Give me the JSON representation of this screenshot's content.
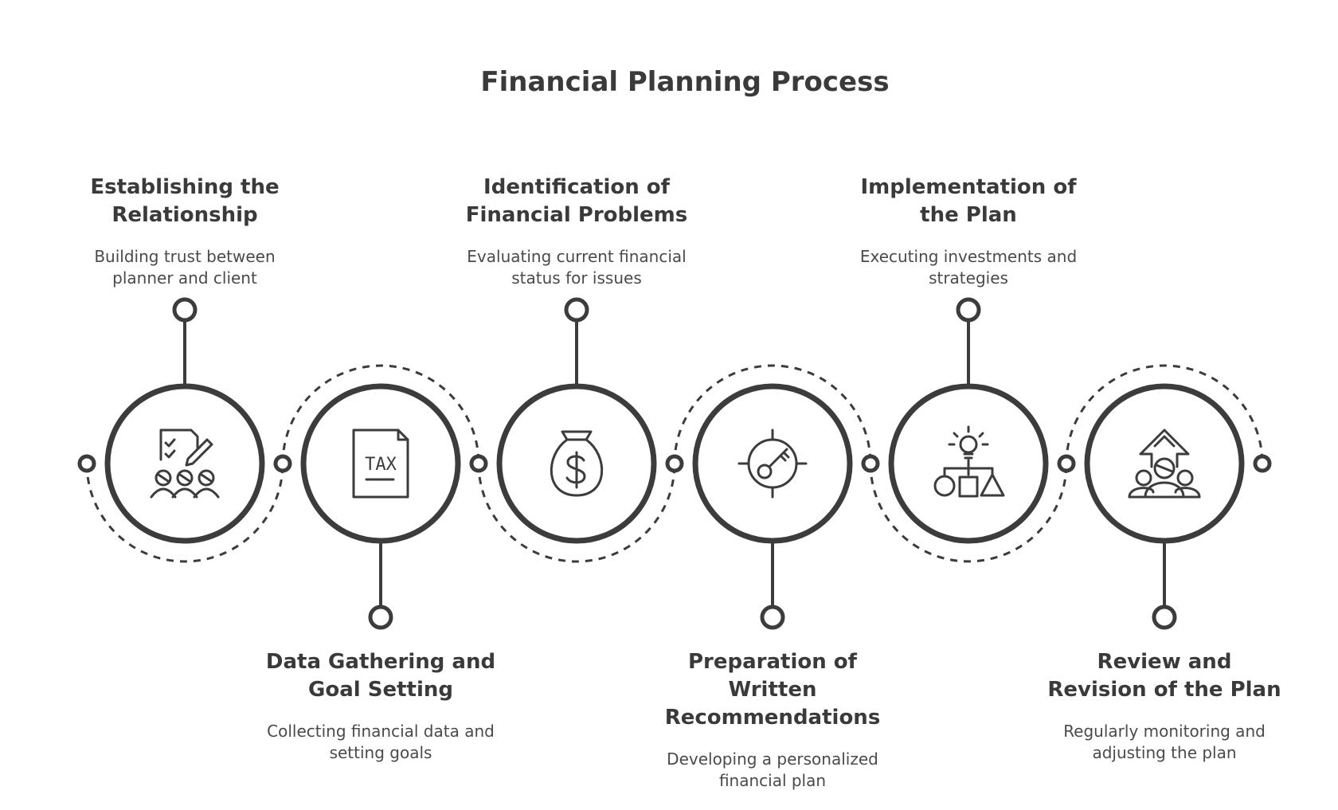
{
  "diagram": {
    "title": "Financial Planning Process",
    "colors": {
      "stroke": "#3c3c3c",
      "text": "#3a3a3a",
      "background": "#ffffff"
    },
    "steps": [
      {
        "title": [
          "Establishing the",
          "Relationship"
        ],
        "desc": [
          "Building trust between",
          "planner and client"
        ],
        "icon": "clipboard-team-icon"
      },
      {
        "title": [
          "Data Gathering and",
          "Goal Setting"
        ],
        "desc": [
          "Collecting financial data and",
          "setting goals"
        ],
        "icon": "tax-document-icon"
      },
      {
        "title": [
          "Identification of",
          "Financial Problems"
        ],
        "desc": [
          "Evaluating current financial",
          "status for issues"
        ],
        "icon": "money-bag-icon"
      },
      {
        "title": [
          "Preparation of",
          "Written",
          "Recommendations"
        ],
        "desc": [
          "Developing a personalized",
          "financial plan"
        ],
        "icon": "target-key-icon"
      },
      {
        "title": [
          "Implementation of",
          "the Plan"
        ],
        "desc": [
          "Executing investments and",
          "strategies"
        ],
        "icon": "idea-shapes-icon"
      },
      {
        "title": [
          "Review and",
          "Revision of the Plan"
        ],
        "desc": [
          "Regularly monitoring and",
          "adjusting the plan"
        ],
        "icon": "growth-team-icon"
      }
    ]
  }
}
